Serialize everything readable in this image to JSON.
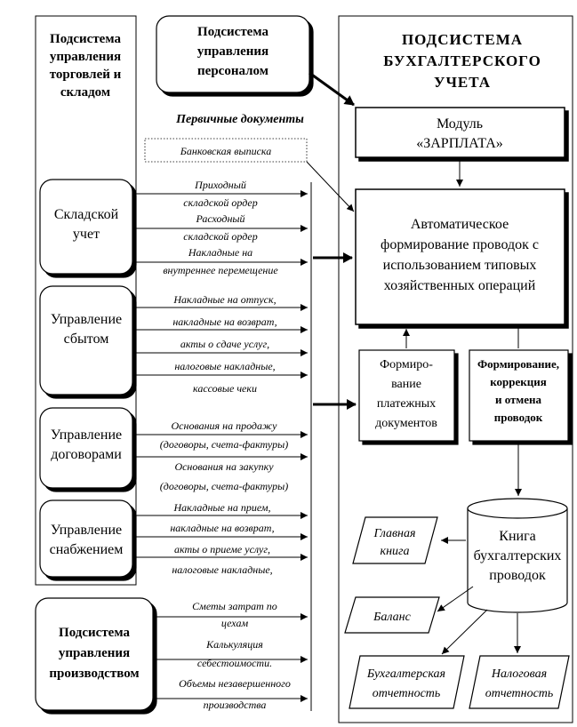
{
  "trade_subsystem": {
    "title_lines": [
      "Подсистема",
      "управления",
      "торговлей и",
      "складом"
    ]
  },
  "personnel_subsystem": {
    "lines": [
      "Подсистема",
      "управления",
      "персоналом"
    ]
  },
  "accounting_subsystem": {
    "title_lines": [
      "ПОДСИСТЕМА",
      "БУХГАЛТЕРСКОГО",
      "УЧЕТА"
    ]
  },
  "primary_docs_label": "Первичные документы",
  "bank_statement": "Банковская выписка",
  "warehouse": {
    "lines": [
      "Складской",
      "учет"
    ],
    "docs": [
      "Приходный",
      "складской ордер",
      "Расходный",
      "складской ордер",
      "Накладные на",
      "внутреннее перемещение"
    ]
  },
  "sales": {
    "lines": [
      "Управление",
      "сбытом"
    ],
    "docs": [
      "Накладные на отпуск,",
      "накладные на возврат,",
      "акты о сдаче услуг,",
      "налоговые накладные,",
      "кассовые чеки"
    ]
  },
  "contracts": {
    "lines": [
      "Управление",
      "договорами"
    ],
    "docs": [
      "Основания на продажу",
      "(договоры, счета-фактуры)",
      "Основания на закупку",
      "(договоры, счета-фактуры)"
    ]
  },
  "supply": {
    "lines": [
      "Управление",
      "снабжением"
    ],
    "docs": [
      "Накладные на прием,",
      "накладные на возврат,",
      "акты о приеме услуг,",
      "налоговые накладные,"
    ]
  },
  "production": {
    "lines": [
      "Подсистема",
      "управления",
      "производством"
    ],
    "docs": [
      "Сметы затрат по",
      "цехам",
      "Калькуляция",
      "себестоимости.",
      "Объемы незавершенного",
      "производства"
    ]
  },
  "salary_module": {
    "lines": [
      "Модуль",
      "«ЗАРПЛАТА»"
    ]
  },
  "auto_posting": {
    "lines": [
      "Автоматическое",
      "формирование проводок с",
      "использованием типовых",
      "хозяйственных операций"
    ]
  },
  "payment_docs": {
    "lines": [
      "Формиро-",
      "вание",
      "платежных",
      "документов"
    ]
  },
  "posting_edit": {
    "lines": [
      "Формирование,",
      "коррекция",
      "и отмена",
      "проводок"
    ]
  },
  "ledger_book": {
    "lines": [
      "Книга",
      "бухгалтерских",
      "проводок"
    ]
  },
  "general_ledger": {
    "lines": [
      "Главная",
      "книга"
    ]
  },
  "balance": {
    "label": "Баланс"
  },
  "accounting_report": {
    "lines": [
      "Бухгалтерская",
      "отчетность"
    ]
  },
  "tax_report": {
    "lines": [
      "Налоговая",
      "отчетность"
    ]
  }
}
